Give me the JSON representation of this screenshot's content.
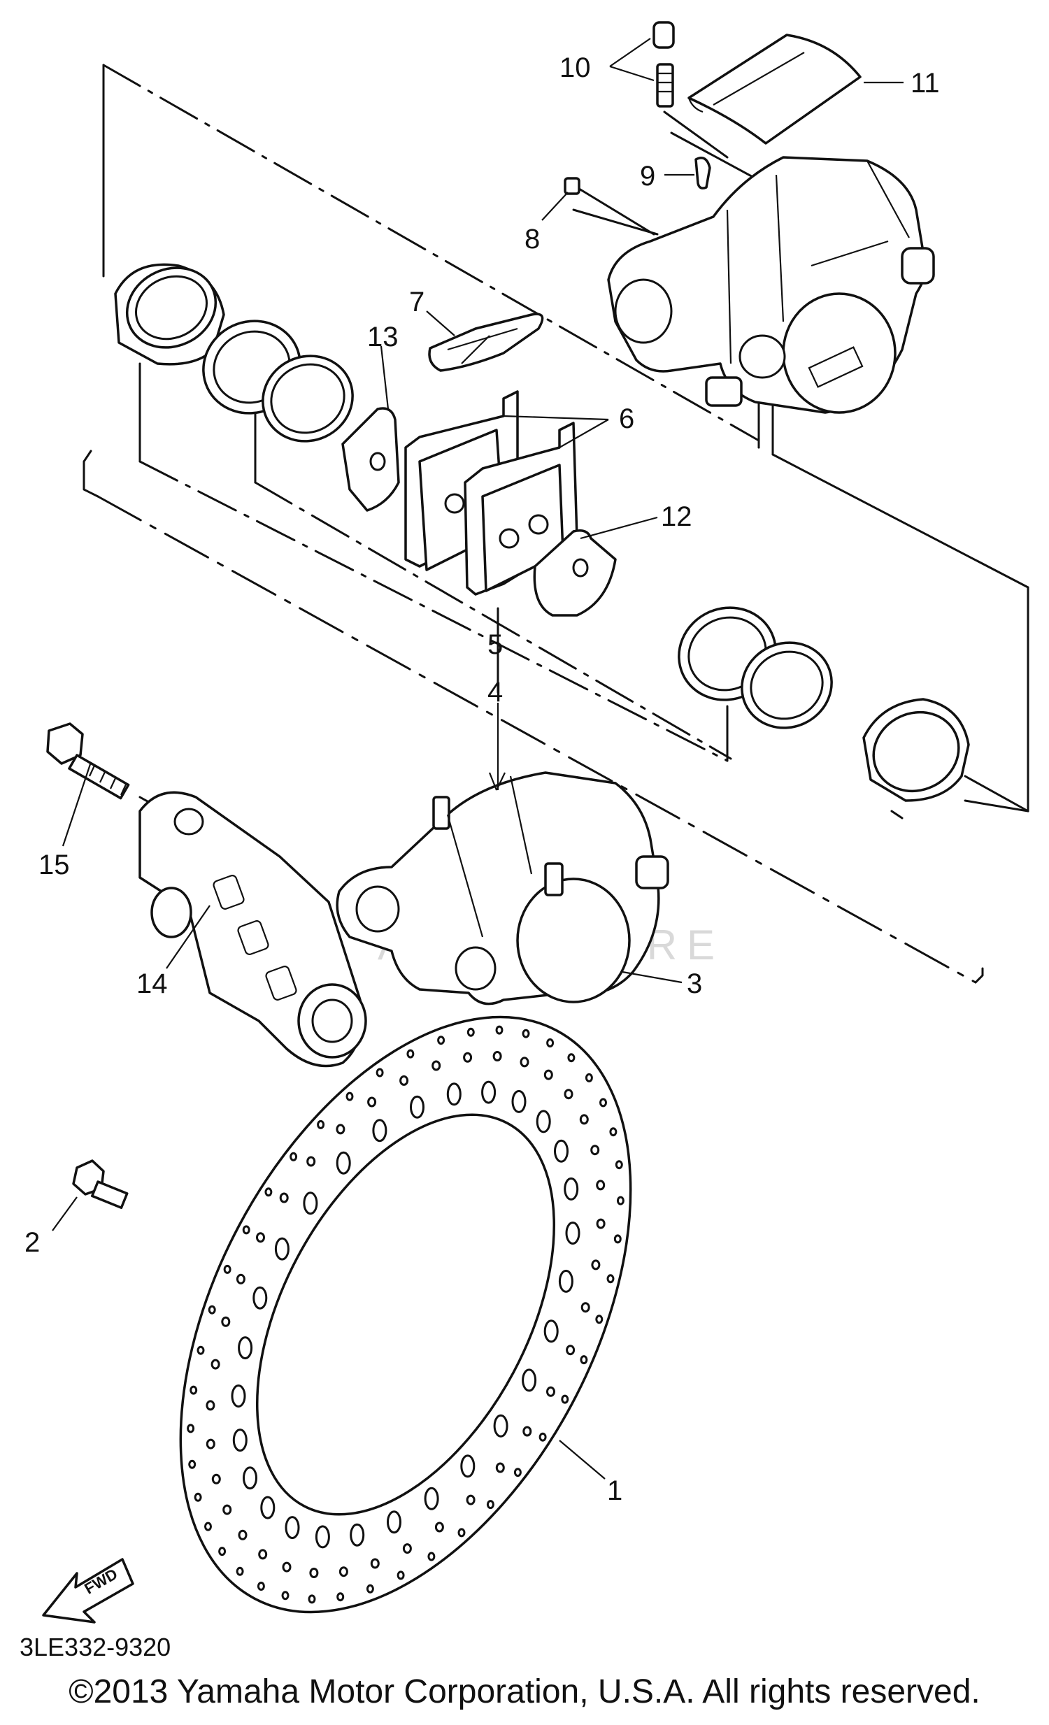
{
  "diagram": {
    "callouts": {
      "c1": "1",
      "c2": "2",
      "c3": "3",
      "c4": "4",
      "c5": "5",
      "c6": "6",
      "c7": "7",
      "c8": "8",
      "c9": "9",
      "c10": "10",
      "c11": "11",
      "c12": "12",
      "c13": "13",
      "c14": "14",
      "c15": "15"
    },
    "diagram_code": "3LE332-9320",
    "fwd_label": "FWD",
    "watermark": "ADVENTURE",
    "copyright": "©2013 Yamaha Motor Corporation, U.S.A. All rights reserved."
  }
}
